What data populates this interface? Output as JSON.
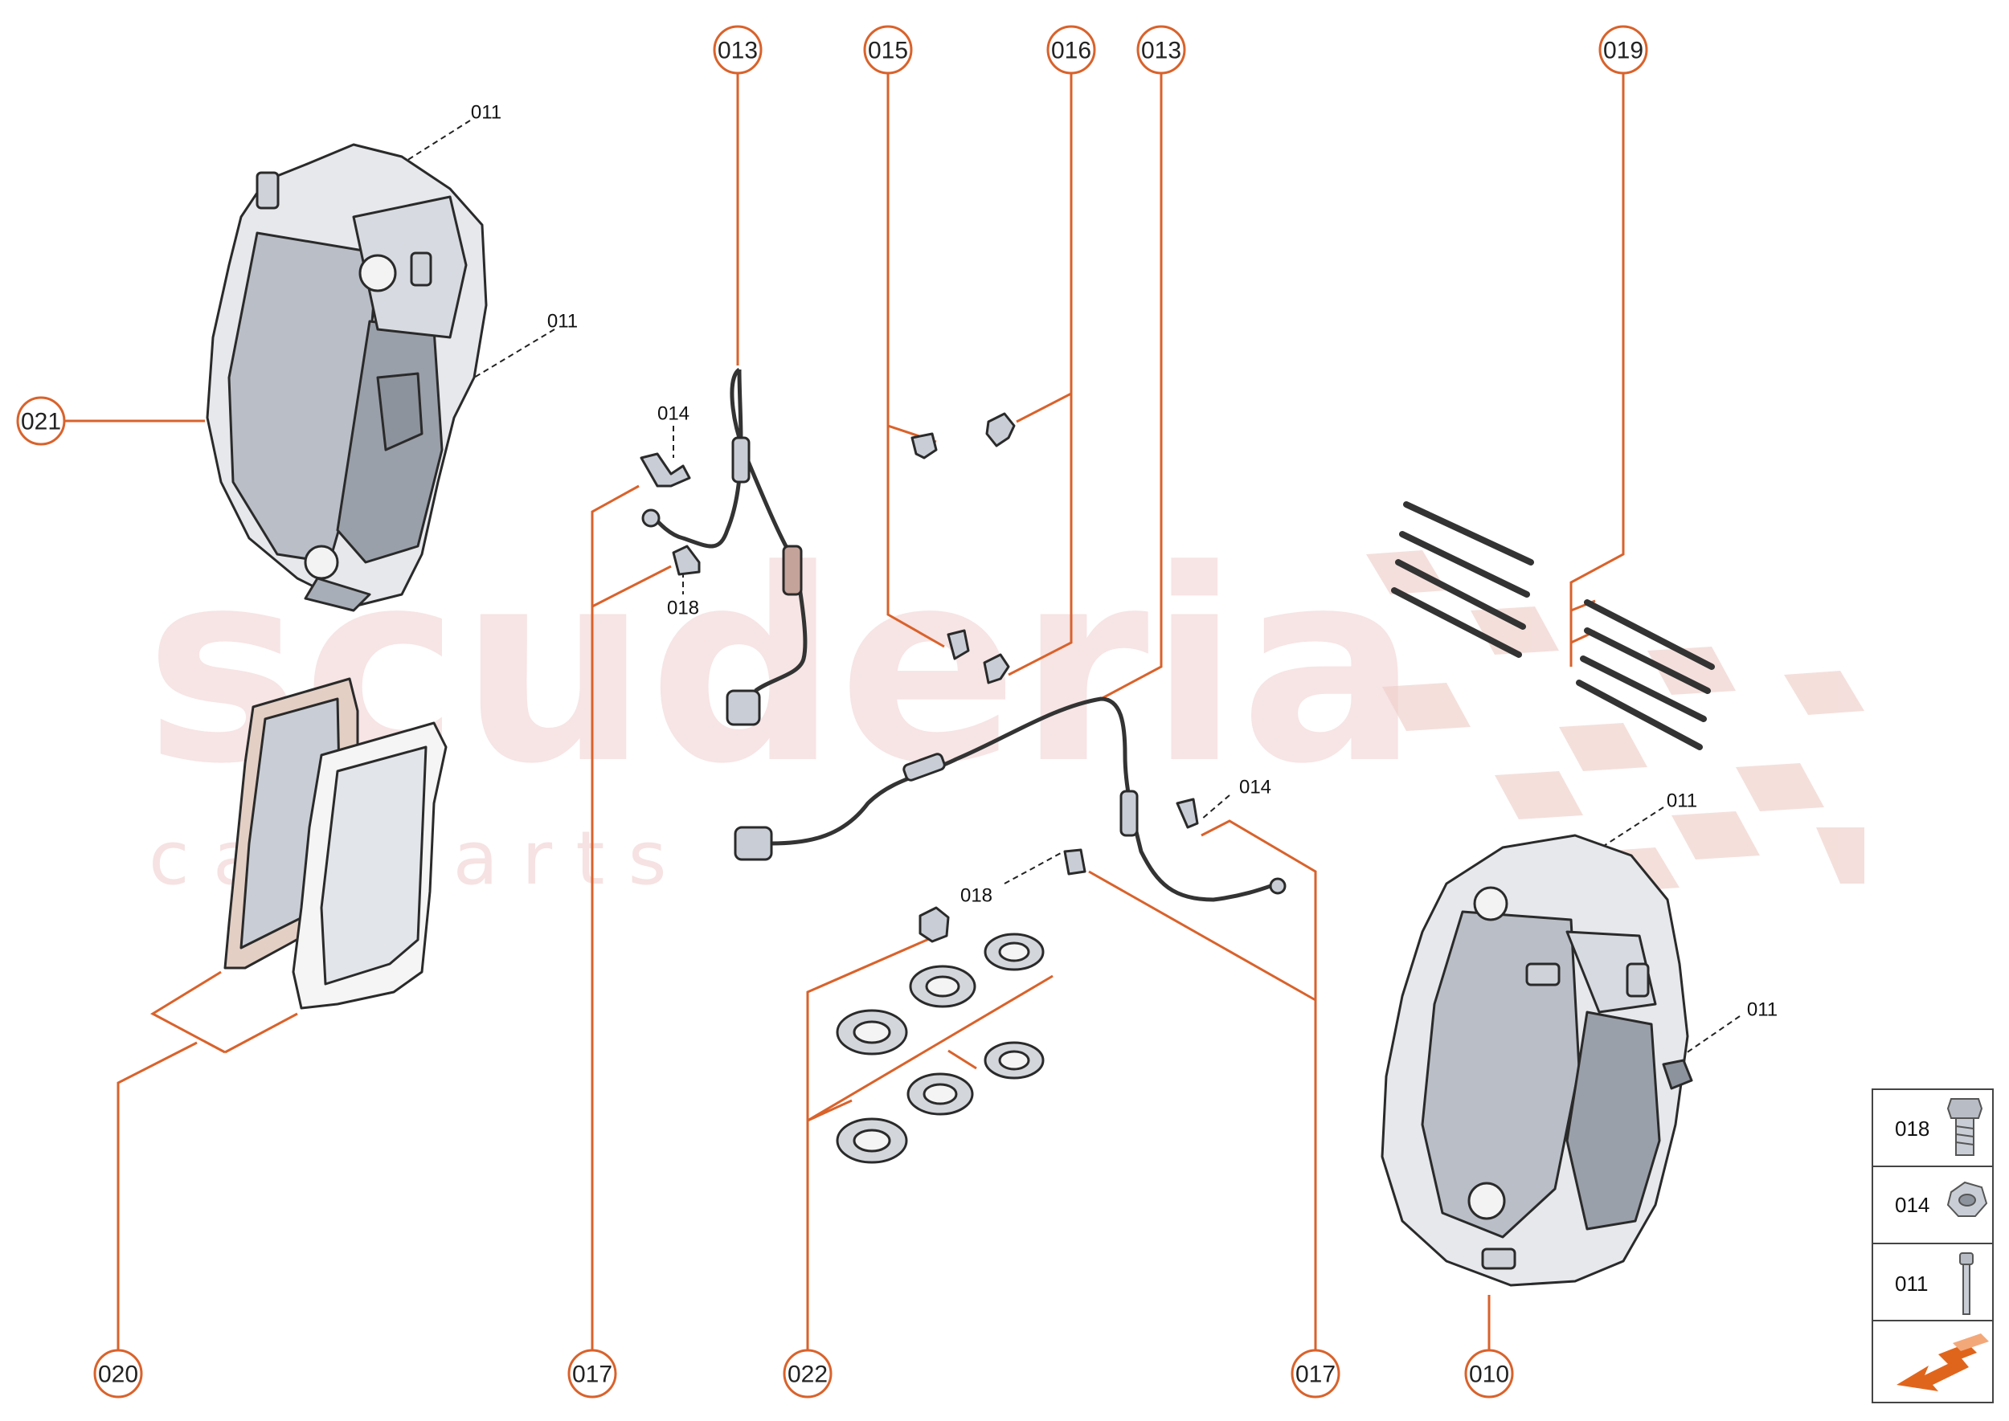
{
  "watermark": {
    "main": "scuderia",
    "sub": "c a r   p a r t s"
  },
  "colors": {
    "callout": "#d9622b",
    "part_fill": "#c9ced6",
    "part_stroke": "#2a2a2a",
    "legend_border": "#444444"
  },
  "callouts": [
    {
      "id": "c013a",
      "label": "013"
    },
    {
      "id": "c015",
      "label": "015"
    },
    {
      "id": "c016",
      "label": "016"
    },
    {
      "id": "c013b",
      "label": "013"
    },
    {
      "id": "c019",
      "label": "019"
    },
    {
      "id": "c021",
      "label": "021"
    },
    {
      "id": "c020",
      "label": "020"
    },
    {
      "id": "c017a",
      "label": "017"
    },
    {
      "id": "c022",
      "label": "022"
    },
    {
      "id": "c017b",
      "label": "017"
    },
    {
      "id": "c010",
      "label": "010"
    }
  ],
  "small_labels": [
    {
      "id": "l011a",
      "label": "011"
    },
    {
      "id": "l011b",
      "label": "011"
    },
    {
      "id": "l014a",
      "label": "014"
    },
    {
      "id": "l018a",
      "label": "018"
    },
    {
      "id": "l014b",
      "label": "014"
    },
    {
      "id": "l018b",
      "label": "018"
    },
    {
      "id": "l011c",
      "label": "011"
    },
    {
      "id": "l011d",
      "label": "011"
    }
  ],
  "legend": {
    "items": [
      {
        "label": "018",
        "icon": "bolt-icon"
      },
      {
        "label": "014",
        "icon": "nut-icon"
      },
      {
        "label": "011",
        "icon": "long-bolt-icon"
      }
    ],
    "footer_icon": "orientation-arrow-icon"
  }
}
